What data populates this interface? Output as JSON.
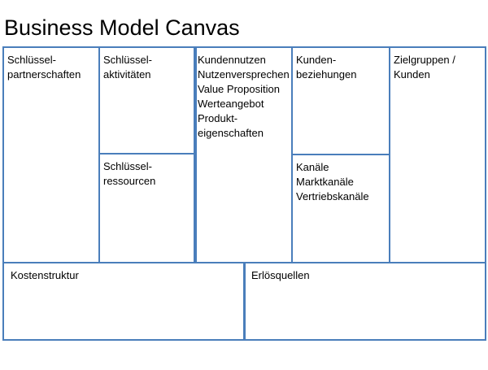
{
  "title": "Business Model Canvas",
  "colors": {
    "border": "#4a7ebb"
  },
  "blocks": {
    "partners": [
      "Schlüssel-",
      "partnerschaften"
    ],
    "activities": [
      "Schlüssel-",
      "aktivitäten"
    ],
    "resources": [
      "Schlüssel-",
      "ressourcen"
    ],
    "value": [
      "Kundennutzen",
      "Nutzenversprechen",
      "Value Proposition",
      "Werteangebot",
      "Produkt-",
      "eigenschaften"
    ],
    "relationships": [
      "Kunden-",
      "beziehungen"
    ],
    "channels": [
      "Kanäle",
      "Marktkanäle",
      "Vertriebskanäle"
    ],
    "segments": [
      "Zielgruppen /",
      "Kunden"
    ],
    "costs": [
      "Kostenstruktur"
    ],
    "revenue": [
      "Erlösquellen"
    ]
  }
}
